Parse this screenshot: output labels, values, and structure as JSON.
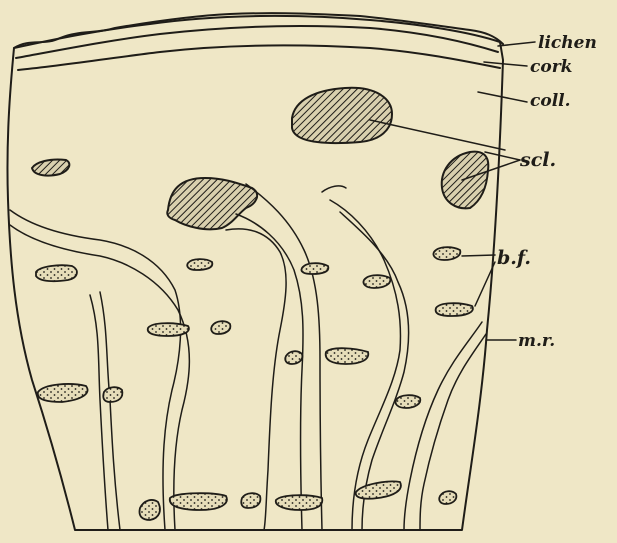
{
  "labels": {
    "lichen": "lichen",
    "cork": "cork",
    "coll": "coll.",
    "scl": "scl.",
    "bf": "b.f.",
    "mr": "m.r."
  },
  "colors": {
    "paper": "#efe7c6",
    "ink": "#1f1d18"
  }
}
